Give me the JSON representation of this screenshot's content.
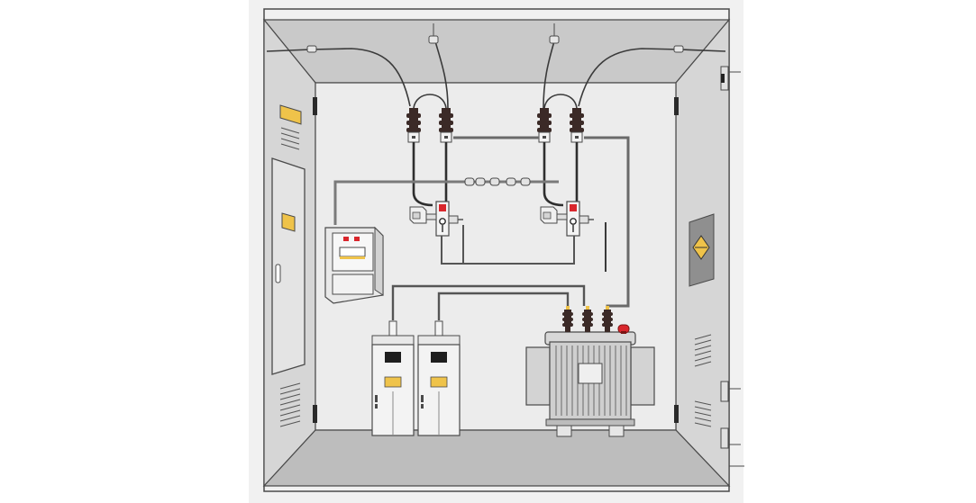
{
  "diagram": {
    "colors": {
      "background": "#ffffff",
      "frame": "#f1f1f1",
      "wall_back": "#ececec",
      "wall_side": "#d6d6d6",
      "wall_top": "#c9c9c9",
      "floor": "#bdbdbd",
      "outline": "#4a4a4a",
      "cable": "#3a3a3a",
      "cable_light": "#9a9a9a",
      "insulator": "#3b2a27",
      "warning_yellow": "#efc34a",
      "indicator_red": "#d9262c",
      "cabinet_fill": "#f3f3f3",
      "transformer_fill": "#cfcfcf",
      "screen_black": "#1e1e1e"
    },
    "icons": {
      "left_door_label": "warning-label-icon",
      "right_wall_sign": "high-voltage-sign-icon",
      "transformer_lamp": "indicator-lamp-icon"
    },
    "components": [
      "bushing-insulator",
      "disconnect-switch",
      "control-panel",
      "switchgear-cabinet",
      "power-transformer"
    ]
  }
}
